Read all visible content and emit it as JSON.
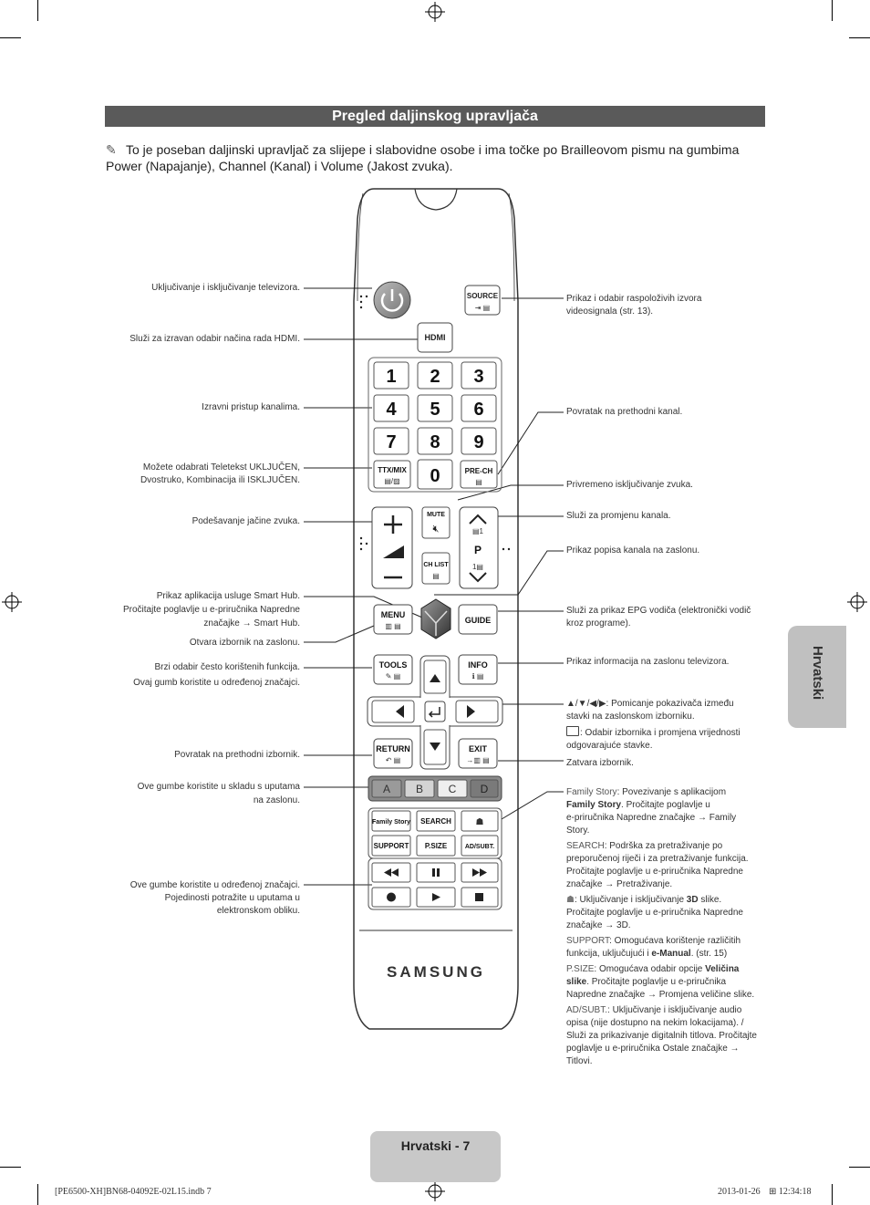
{
  "section_title": "Pregled daljinskog upravljača",
  "intro": "To je poseban daljinski upravljač za slijepe i slabovidne osobe i ima točke po Brailleovom pismu na gumbima Power (Napajanje), Channel (Kanal) i Volume (Jakost zvuka).",
  "side_tab": "Hrvatski",
  "left_labels": {
    "power": "Uključivanje i isključivanje televizora.",
    "hdmi": "Služi za izravan odabir načina rada HDMI.",
    "numbers": "Izravni pristup kanalima.",
    "ttx_1": "Možete odabrati Teletekst UKLJUČEN,",
    "ttx_2": "Dvostruko, Kombinacija ili ISKLJUČEN.",
    "volume": "Podešavanje jačine zvuka.",
    "smarthub_1": "Prikaz aplikacija usluge Smart Hub.",
    "smarthub_2": "Pročitajte poglavlje u e-priručnika Napredne",
    "smarthub_3": "značajke → Smart Hub.",
    "menu": "Otvara izbornik na zaslonu.",
    "tools_1": "Brzi odabir često korištenih funkcija.",
    "tools_2": "Ovaj gumb koristite u određenoj značajci.",
    "return": "Povratak na prethodni izbornik.",
    "color_1": "Ove gumbe koristite u skladu s uputama",
    "color_2": "na zaslonu.",
    "media_1": "Ove gumbe koristite u određenoj značajci.",
    "media_2": "Pojedinosti potražite u uputama u",
    "media_3": "elektronskom obliku."
  },
  "right_labels": {
    "source_1": "Prikaz i odabir raspoloživih izvora",
    "source_2": "videosignala (str. 13).",
    "prech": "Povratak na prethodni kanal.",
    "mute": "Privremeno isključivanje zvuka.",
    "channel": "Služi za promjenu kanala.",
    "chlist": "Prikaz popisa kanala na zaslonu.",
    "guide_1": "Služi za prikaz EPG vodiča (elektronički vodič",
    "guide_2": "kroz programe).",
    "info": "Prikaz informacija na zaslonu televizora.",
    "arrows_1": "▲/▼/◀/▶: Pomicanje pokazivača između",
    "arrows_2": "stavki na zaslonskom izborniku.",
    "enter_1": ": Odabir izbornika i promjena vrijednosti",
    "enter_2": "odgovarajuće stavke.",
    "exit": "Zatvara izbornik.",
    "fs_key": "Family Story",
    "fs_1": ": Povezivanje s aplikacijom",
    "fs_2b": "Family Story",
    "fs_2": ". Pročitajte poglavlje u",
    "fs_3": "e-priručnika Napredne značajke → Family",
    "fs_4": "Story.",
    "search_key": "SEARCH",
    "search_1": ": Podrška za pretraživanje po",
    "search_2": "preporučenoj riječi i za pretraživanje funkcija.",
    "search_3": "Pročitajte poglavlje u e-priručnika Napredne",
    "search_4": "značajke → Pretraživanje.",
    "3d_1a": ": Uključivanje i isključivanje ",
    "3d_1b": "3D",
    "3d_1c": " slike.",
    "3d_2": "Pročitajte poglavlje u e-priručnika Napredne",
    "3d_3": "značajke → 3D.",
    "support_key": "SUPPORT",
    "support_1": ": Omogućava korištenje različitih",
    "support_2a": "funkcija, uključujući i ",
    "support_2b": "e-Manual",
    "support_2c": ". (str. 15)",
    "psize_key": "P.SIZE",
    "psize_1a": ": Omogućava odabir opcije ",
    "psize_1b": "Veličina",
    "psize_2a": "slike",
    "psize_2b": ". Pročitajte poglavlje u e-priručnika",
    "psize_3": "Napredne značajke → Promjena veličine slike.",
    "ad_key": "AD/SUBT.",
    "ad_1": ": Uključivanje i isključivanje audio",
    "ad_2": "opisa (nije dostupno na nekim lokacijama). /",
    "ad_3": "Služi za prikazivanje digitalnih titlova. Pročitajte",
    "ad_4": "poglavlje u e-priručnika Ostale značajke →",
    "ad_5": "Titlovi."
  },
  "remote": {
    "source": "SOURCE",
    "hdmi": "HDMI",
    "digits": [
      "1",
      "2",
      "3",
      "4",
      "5",
      "6",
      "7",
      "8",
      "9",
      "0"
    ],
    "ttx": "TTX/MIX",
    "prech": "PRE-CH",
    "mute": "MUTE",
    "chlist": "CH LIST",
    "p": "P",
    "menu": "MENU",
    "guide": "GUIDE",
    "tools": "TOOLS",
    "info": "INFO",
    "return": "RETURN",
    "exit": "EXIT",
    "colors": [
      "A",
      "B",
      "C",
      "D"
    ],
    "family_story": "Family Story",
    "search": "SEARCH",
    "support": "SUPPORT",
    "psize": "P.SIZE",
    "adsubt": "AD/SUBT.",
    "brand": "SAMSUNG"
  },
  "footer": {
    "page_label": "Hrvatski - 7",
    "file": "[PE6500-XH]BN68-04092E-02L15.indb   7",
    "date": "2013-01-26",
    "time": "12:34:18"
  }
}
